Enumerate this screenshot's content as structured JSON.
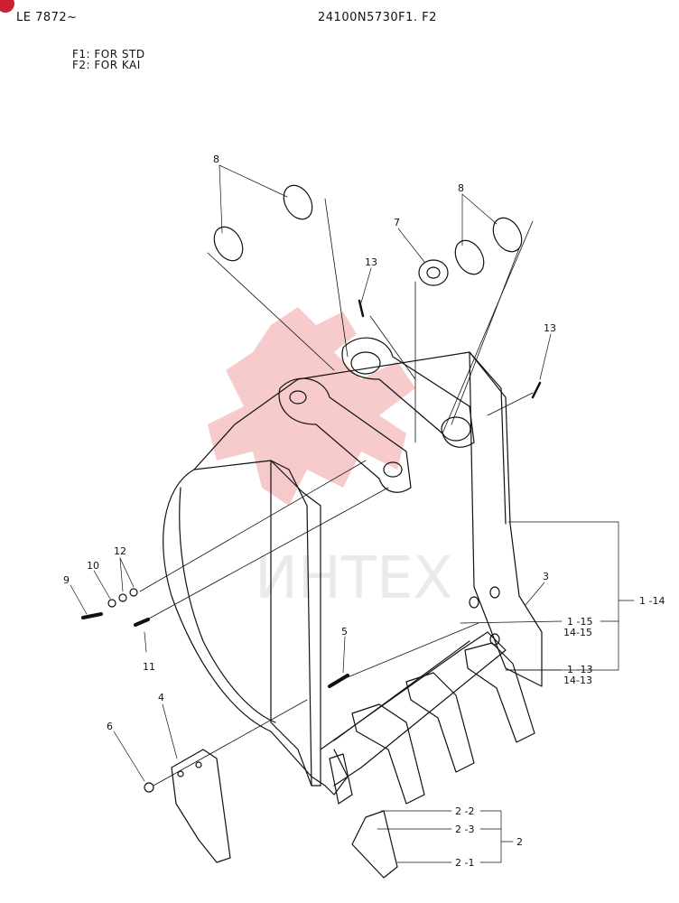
{
  "header": {
    "serial": "LE 7872~",
    "part_number": "24100N5730F1. F2"
  },
  "notes": {
    "f1": "F1: FOR STD",
    "f2": "F2: FOR KAI"
  },
  "watermark": {
    "text": "ИНТЕХ",
    "color": "#f0a0a0"
  },
  "callouts": {
    "c8a": "8",
    "c8b": "8",
    "c7": "7",
    "c13a": "13",
    "c13b": "13",
    "c12": "12",
    "c10": "10",
    "c9": "9",
    "c11": "11",
    "c5": "5",
    "c4": "4",
    "c6": "6",
    "c3": "3",
    "c1_14": "1 -14",
    "c1_15": "1 -15",
    "c14_15": "14-15",
    "c1_13": "1 -13",
    "c14_13": "14-13",
    "c2_2": "2 -2",
    "c2_3": "2 -3",
    "c2_1": "2 -1",
    "c2": "2"
  }
}
